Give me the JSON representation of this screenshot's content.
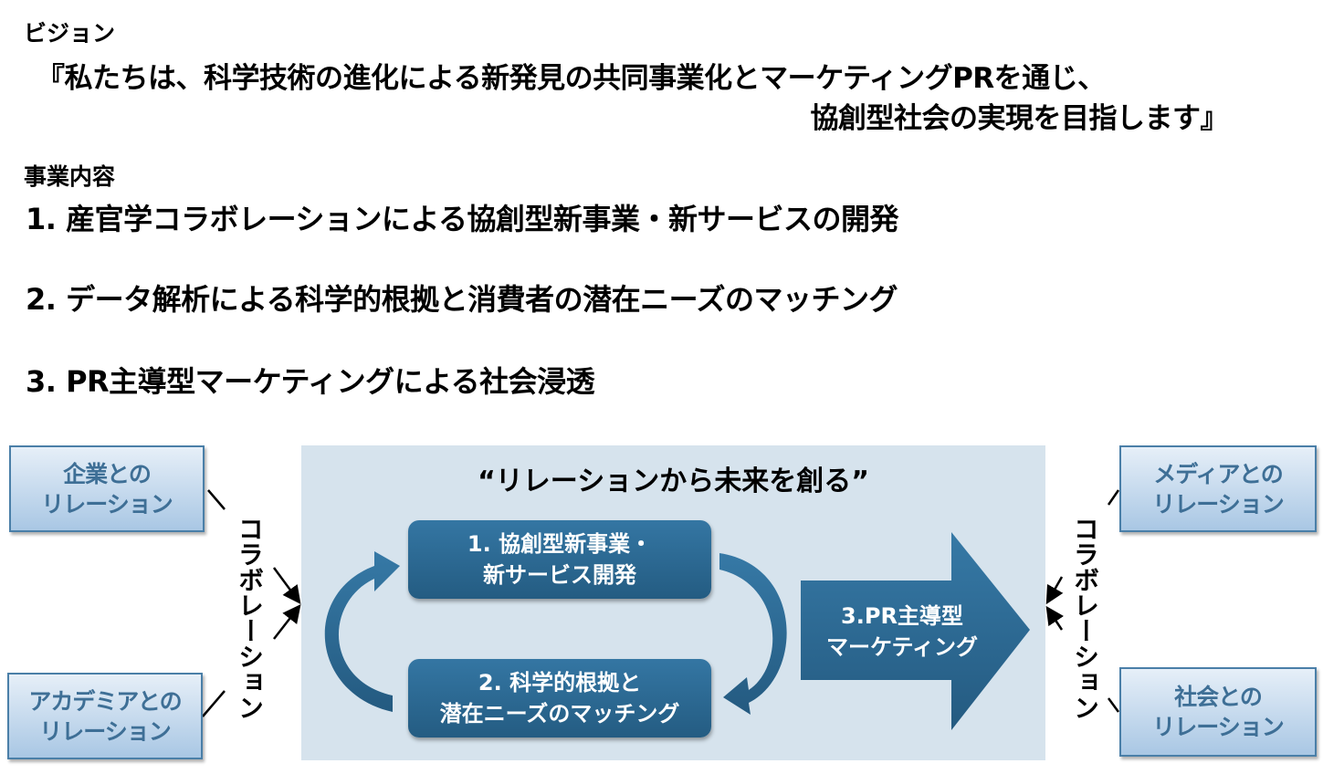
{
  "vision": {
    "heading": "ビジョン",
    "line1": "『私たちは、科学技術の進化による新発見の共同事業化とマーケティングPRを通じ、",
    "line2": "協創型社会の実現を目指します』"
  },
  "business": {
    "heading": "事業内容",
    "items": [
      "1.  産官学コラボレーションによる協創型新事業・新サービスの開発",
      "2.  データ解析による科学的根拠と消費者の潜在ニーズのマッチング",
      "3.  PR主導型マーケティングによる社会浸透"
    ]
  },
  "diagram": {
    "title": "“リレーションから未来を創る”",
    "step1": [
      "1. 協創型新事業・",
      "新サービス開発"
    ],
    "step2": [
      "2. 科学的根拠と",
      "潜在ニーズのマッチング"
    ],
    "step3": [
      "3.PR主導型",
      "マーケティング"
    ],
    "collab_label": "コラボレーション",
    "relations": {
      "company": [
        "企業との",
        "リレーション"
      ],
      "academia": [
        "アカデミアとの",
        "リレーション"
      ],
      "media": [
        "メディアとの",
        "リレーション"
      ],
      "society": [
        "社会との",
        "リレーション"
      ]
    },
    "colors": {
      "panel": "#d6e3ed",
      "step": "#2e6a94",
      "relation_text": "#3e6f96"
    }
  }
}
